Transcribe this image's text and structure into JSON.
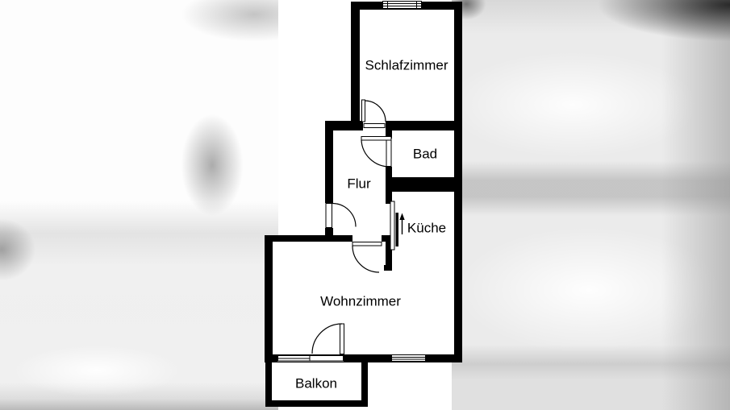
{
  "floorplan": {
    "rooms": {
      "schlafzimmer": {
        "label": "Schlafzimmer"
      },
      "bad": {
        "label": "Bad"
      },
      "flur": {
        "label": "Flur"
      },
      "kueche": {
        "label": "Küche"
      },
      "wohnzimmer": {
        "label": "Wohnzimmer"
      },
      "balkon": {
        "label": "Balkon"
      }
    },
    "symbols": {
      "kueche_direction_arrow": "↑"
    },
    "colors": {
      "walls": "#000000",
      "floor": "#ffffff",
      "background_left": "#fdfdfd",
      "background_right": "#ebebeb",
      "background_dark_corner": "#1e1e1e"
    }
  }
}
